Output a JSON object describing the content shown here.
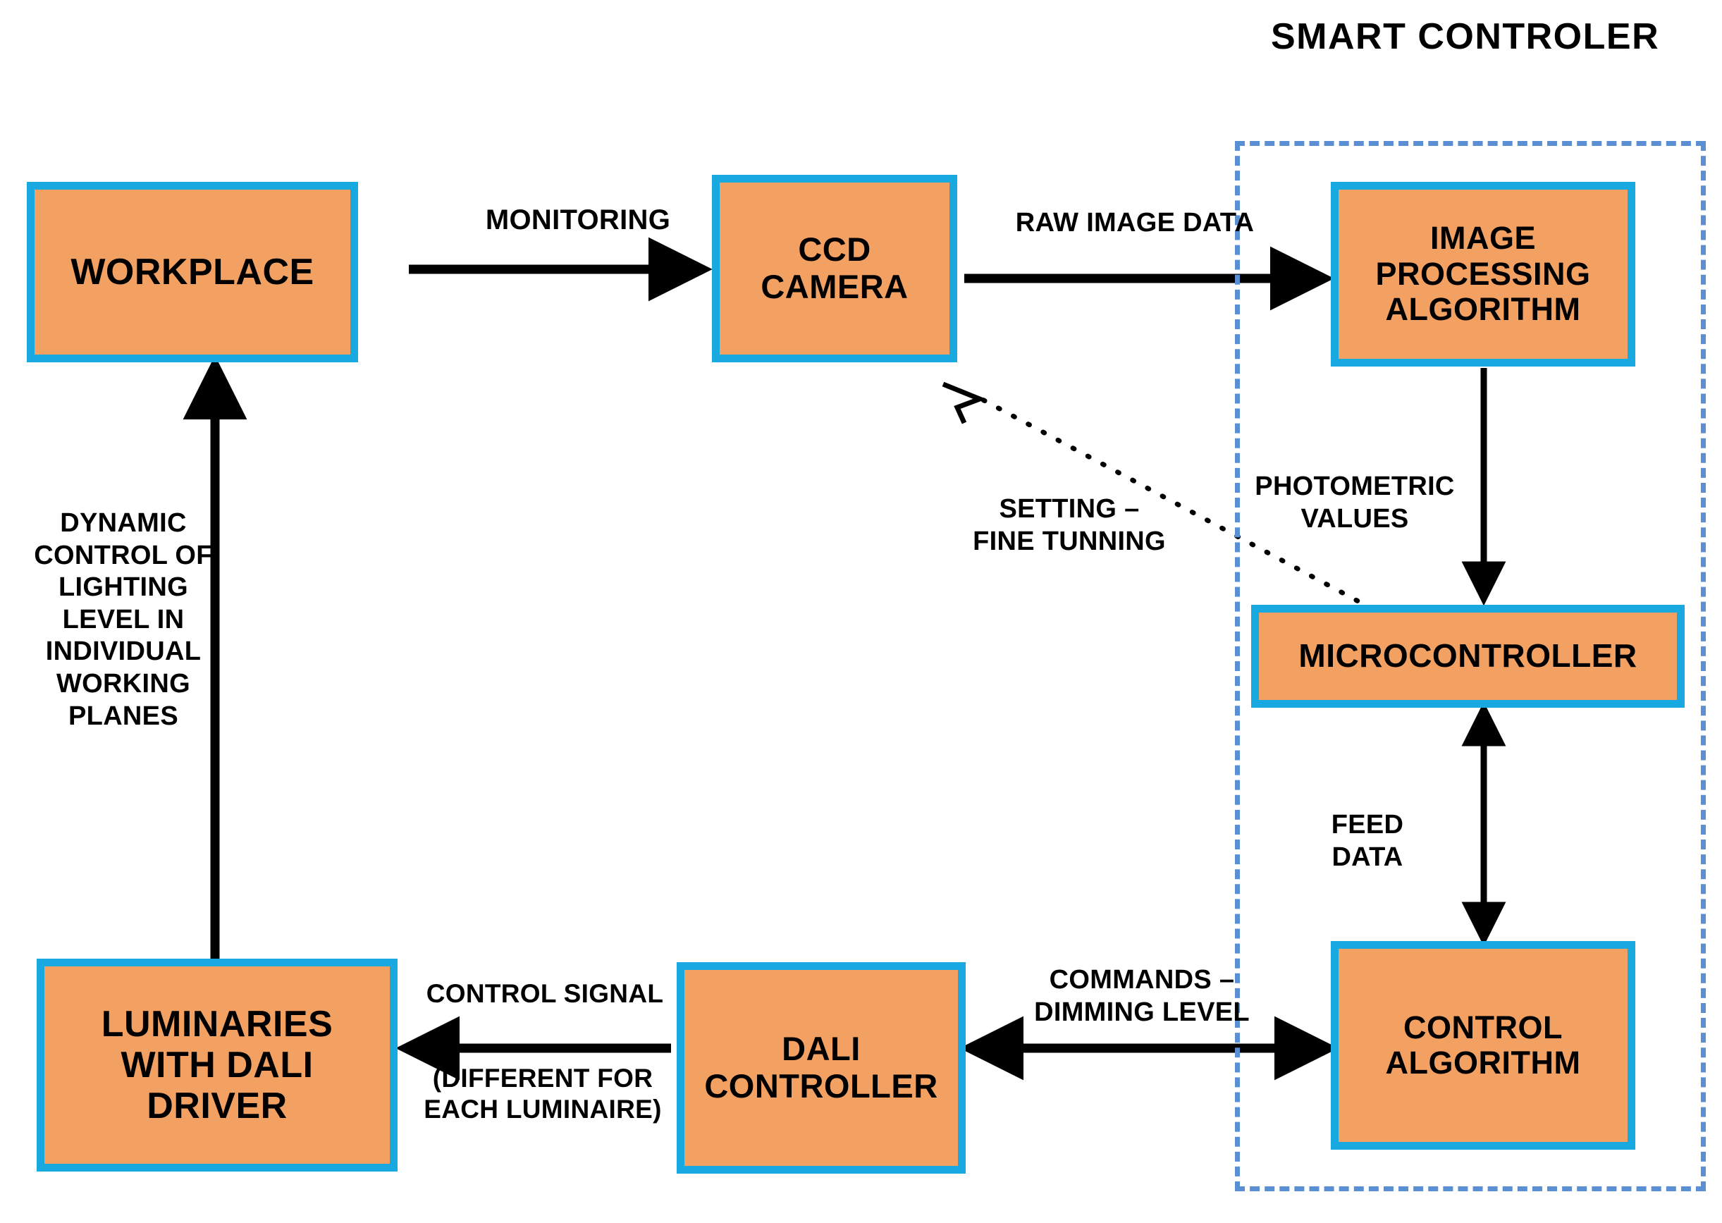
{
  "diagram": {
    "title": "SMART CONTROLER",
    "colors": {
      "box_fill": "#F3A063",
      "box_border": "#18A9E0",
      "dashed_border": "#5B8FD4",
      "arrow": "#000000",
      "text": "#000000",
      "background": "#FFFFFF"
    },
    "nodes": [
      {
        "id": "workplace",
        "label": "WORKPLACE"
      },
      {
        "id": "ccd-camera",
        "label": "CCD\nCAMERA"
      },
      {
        "id": "image-processing-algorithm",
        "label": "IMAGE\nPROCESSING\nALGORITHM"
      },
      {
        "id": "microcontroller",
        "label": "MICROCONTROLLER"
      },
      {
        "id": "control-algorithm",
        "label": "CONTROL\nALGORITHM"
      },
      {
        "id": "dali-controller",
        "label": "DALI\nCONTROLLER"
      },
      {
        "id": "luminaries",
        "label": "LUMINARIES\nWITH DALI\nDRIVER"
      }
    ],
    "edge_labels": {
      "monitoring": "MONITORING",
      "raw_image_data": "RAW IMAGE DATA",
      "photometric_values": "PHOTOMETRIC\nVALUES",
      "setting_fine_tunning": "SETTING –\nFINE TUNNING",
      "feed_data": "FEED\nDATA",
      "commands_dimming_level": "COMMANDS –\nDIMMING LEVEL",
      "control_signal": "CONTROL SIGNAL",
      "control_signal_note": "(DIFFERENT FOR\nEACH LUMINAIRE)",
      "dynamic_control": "DYNAMIC\nCONTROL OF\nLIGHTING\nLEVEL IN\nINDIVIDUAL\nWORKING\nPLANES"
    }
  }
}
